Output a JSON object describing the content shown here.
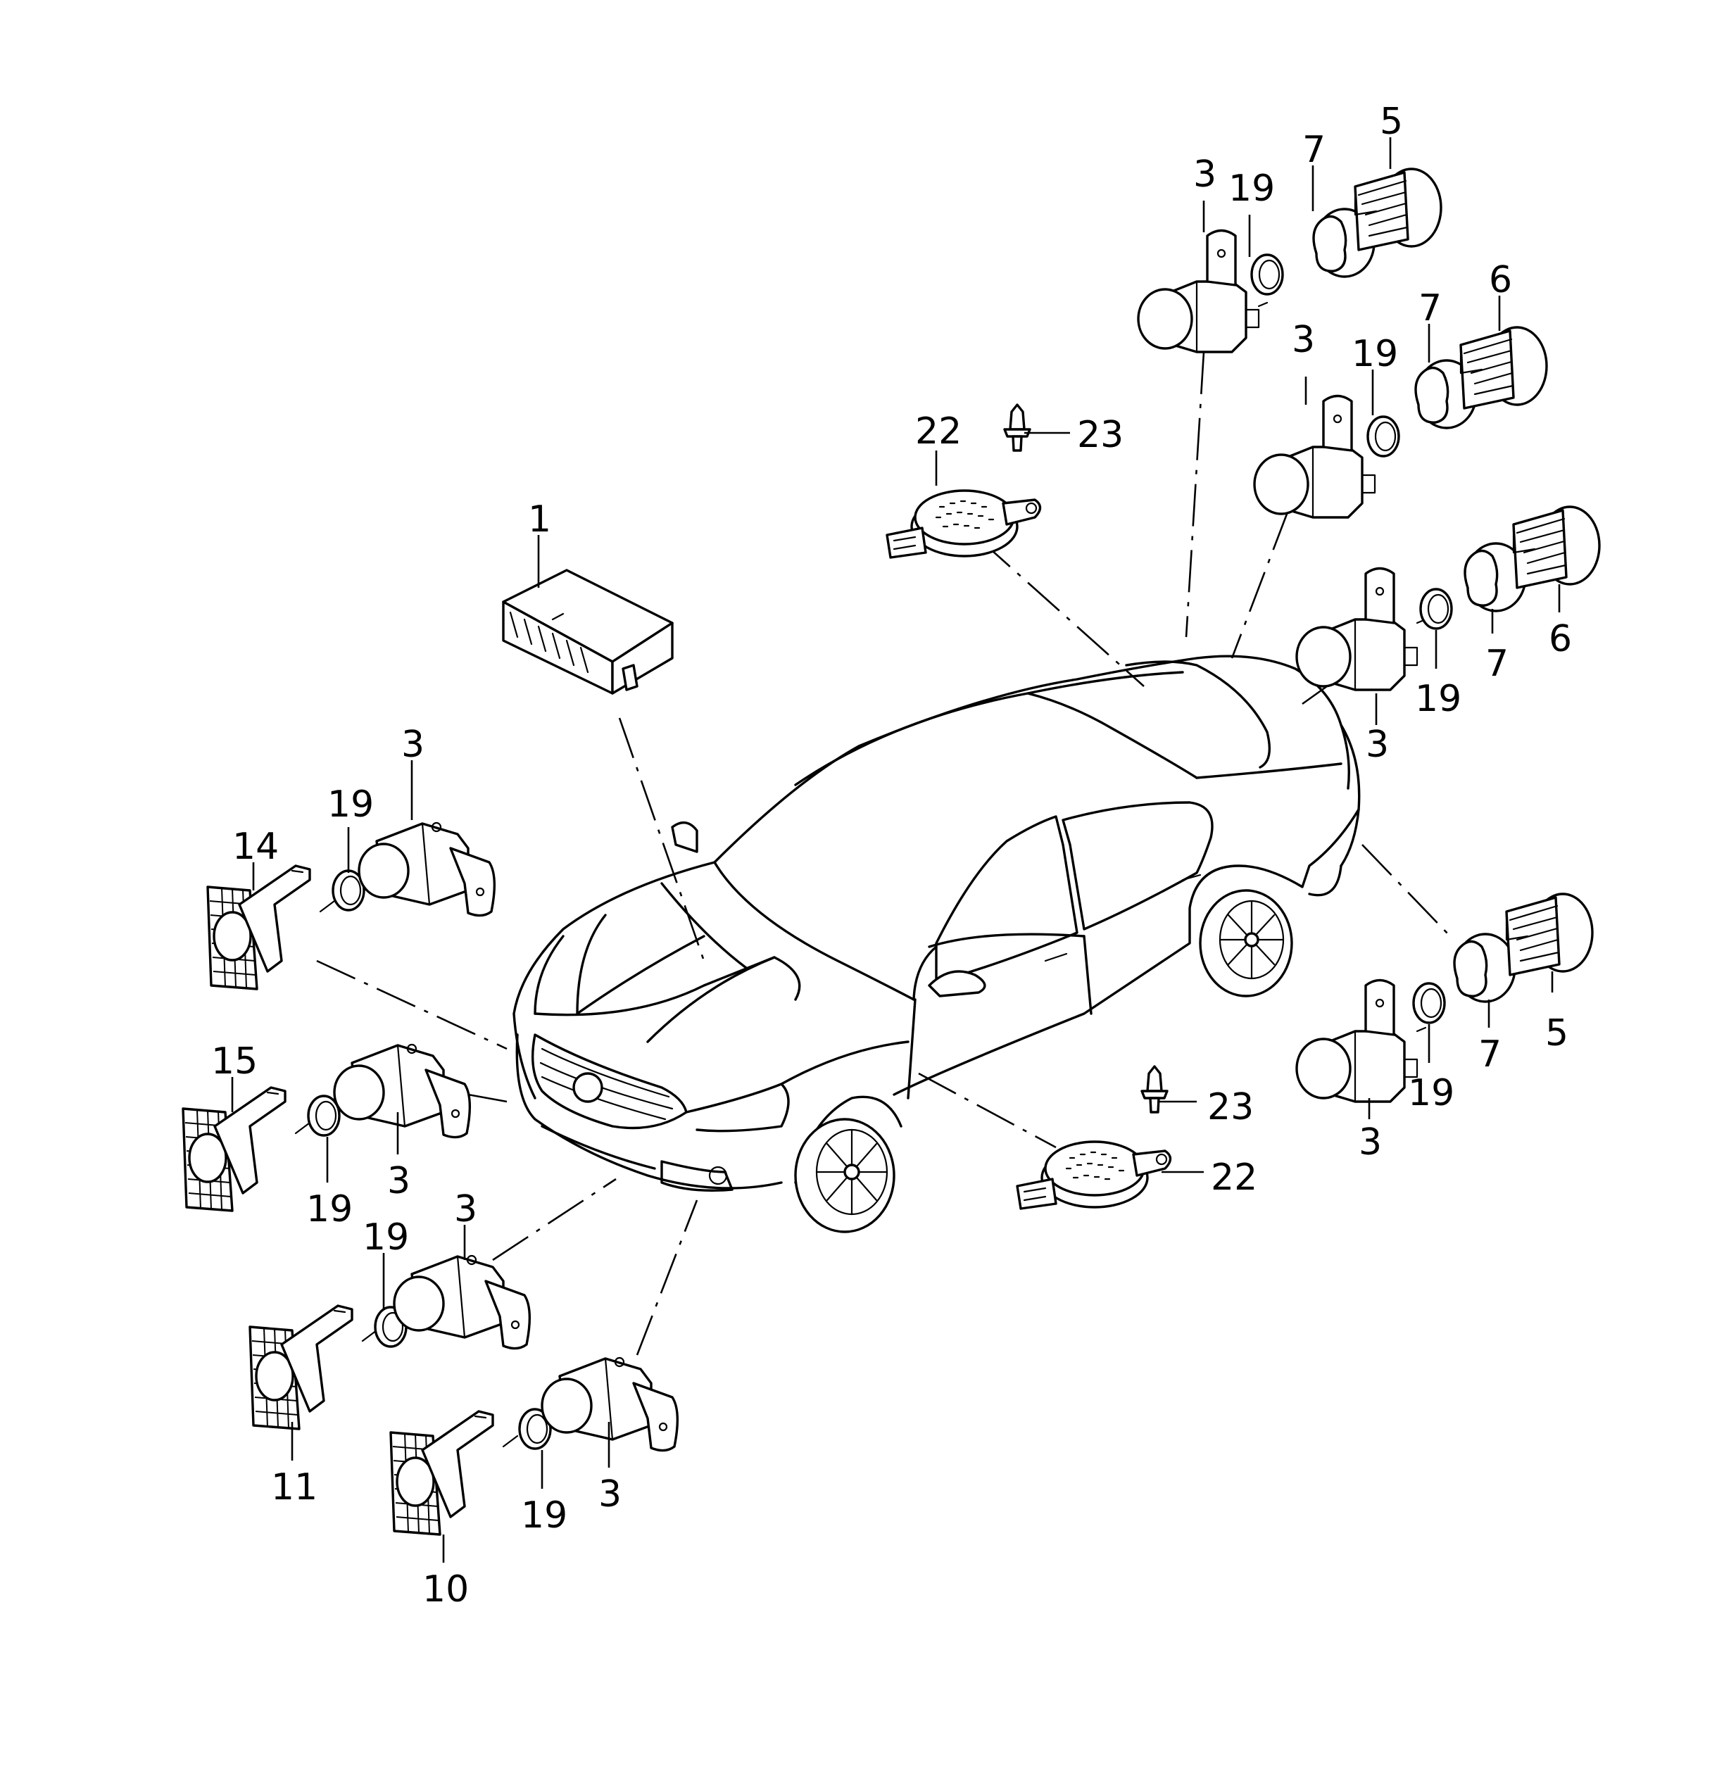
{
  "labels": {
    "c1": "1",
    "s3a": "3",
    "s3b": "3",
    "s3c": "3",
    "s3d": "3",
    "s3e": "3",
    "s3f": "3",
    "s3g": "3",
    "s3h": "3",
    "r19a": "19",
    "r19b": "19",
    "r19c": "19",
    "r19d": "19",
    "r19e": "19",
    "r19f": "19",
    "r19g": "19",
    "r19h": "19",
    "h7a": "7",
    "h7b": "7",
    "h7c": "7",
    "h7d": "7",
    "cap5a": "5",
    "cap5b": "5",
    "cap6a": "6",
    "cap6b": "6",
    "b10": "10",
    "b11": "11",
    "b14": "14",
    "b15": "15",
    "spk22a": "22",
    "spk22b": "22",
    "rv23a": "23",
    "rv23b": "23"
  }
}
